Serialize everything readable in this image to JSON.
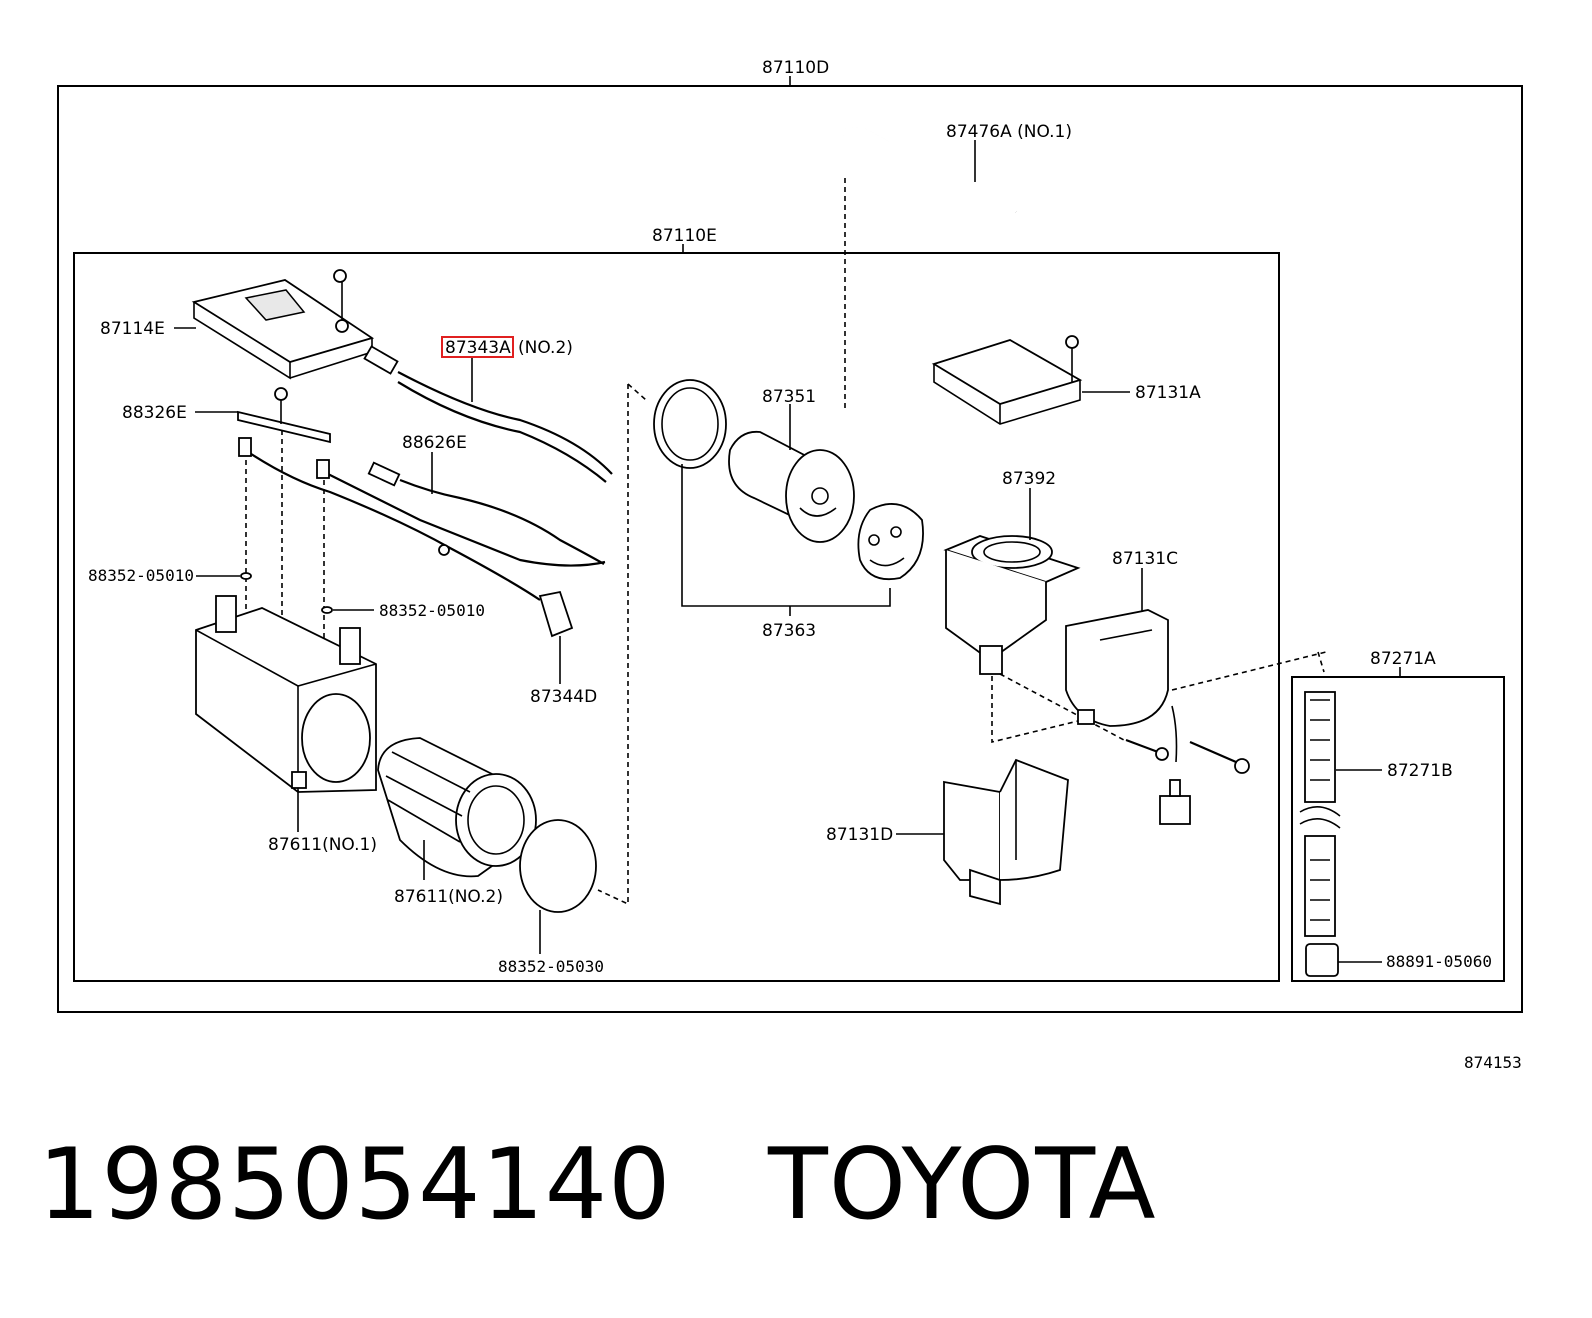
{
  "diagram": {
    "labels": {
      "assembly_outer": "87110D",
      "assembly_inner": "87110E",
      "pipe_no1": "87476A (NO.1)",
      "cover_plate": "87114E",
      "wire_no2_code": "87343A",
      "wire_no2_suffix": "(NO.2)",
      "bracket": "88326E",
      "wire_88626e": "88626E",
      "ring_left": "88352-05010",
      "ring_mid": "88352-05010",
      "connector": "87344D",
      "heater_case": "87611(NO.1)",
      "duct_no2": "87611(NO.2)",
      "oring_bottom": "88352-05030",
      "cylinder": "87351",
      "plate_set": "87363",
      "lid_box": "87131A",
      "motor": "87392",
      "cover_c": "87131C",
      "holder_d": "87131D",
      "hose_set": "87271A",
      "hose": "87271B",
      "end_cap": "88891-05060",
      "figure_no": "874153"
    },
    "highlight_color": "#e02020"
  },
  "footer": {
    "part_number": "1985054140",
    "brand": "TOYOTA"
  }
}
